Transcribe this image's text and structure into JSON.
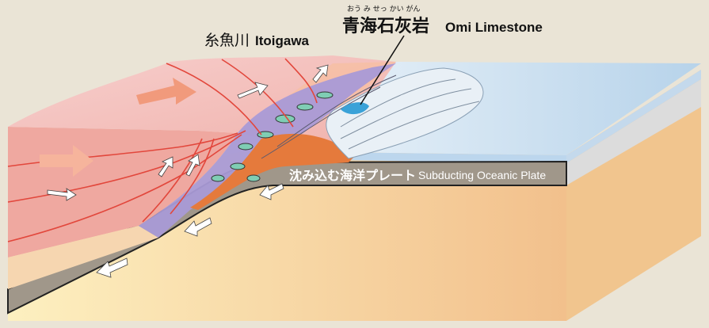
{
  "labels": {
    "itoigawa_jp": "糸魚川",
    "itoigawa_en": "Itoigawa",
    "omi_jp": "青海石灰岩",
    "omi_furigana": "おう み せっ かい がん",
    "omi_en": "Omi Limestone",
    "plate_jp": "沈み込む海洋プレート",
    "plate_en": "Subducting Oceanic Plate"
  },
  "colors": {
    "background": "#eae4d6",
    "continent_top": "#f6c9c6",
    "continent_side": "#efa8a0",
    "mantle_top": "#fde7b2",
    "mantle_side": "#f2c58a",
    "ocean_top": "#cfe4f4",
    "ocean_side": "#b9d4ec",
    "plate": "#a0978a",
    "accretion_purple": "#a99ad6",
    "accretion_orange": "#e57a3c",
    "limestone": "#3aa2d8",
    "red_lines": "#e2473c",
    "arrow_orange": "#f19a7c"
  },
  "icons": [
    "white-arrow-icon",
    "orange-arrow-icon",
    "pointer-line-icon"
  ]
}
